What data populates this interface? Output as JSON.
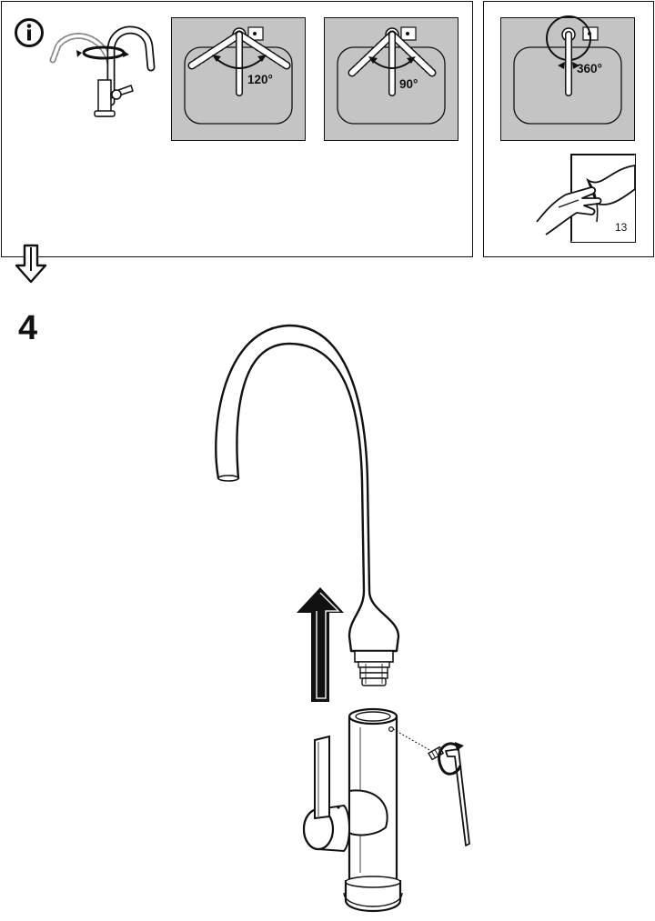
{
  "info_panel": {
    "info_icon": "info-circle-icon",
    "rotations": [
      {
        "angle_label": "120°"
      },
      {
        "angle_label": "90°"
      }
    ]
  },
  "side_panel": {
    "angle_label": "360°",
    "page_reference": "13",
    "page_icon": "turn-page-icon"
  },
  "step": {
    "number": "4",
    "arrow_icon": "up-arrow-icon",
    "tool_icon": "allen-key-icon"
  }
}
